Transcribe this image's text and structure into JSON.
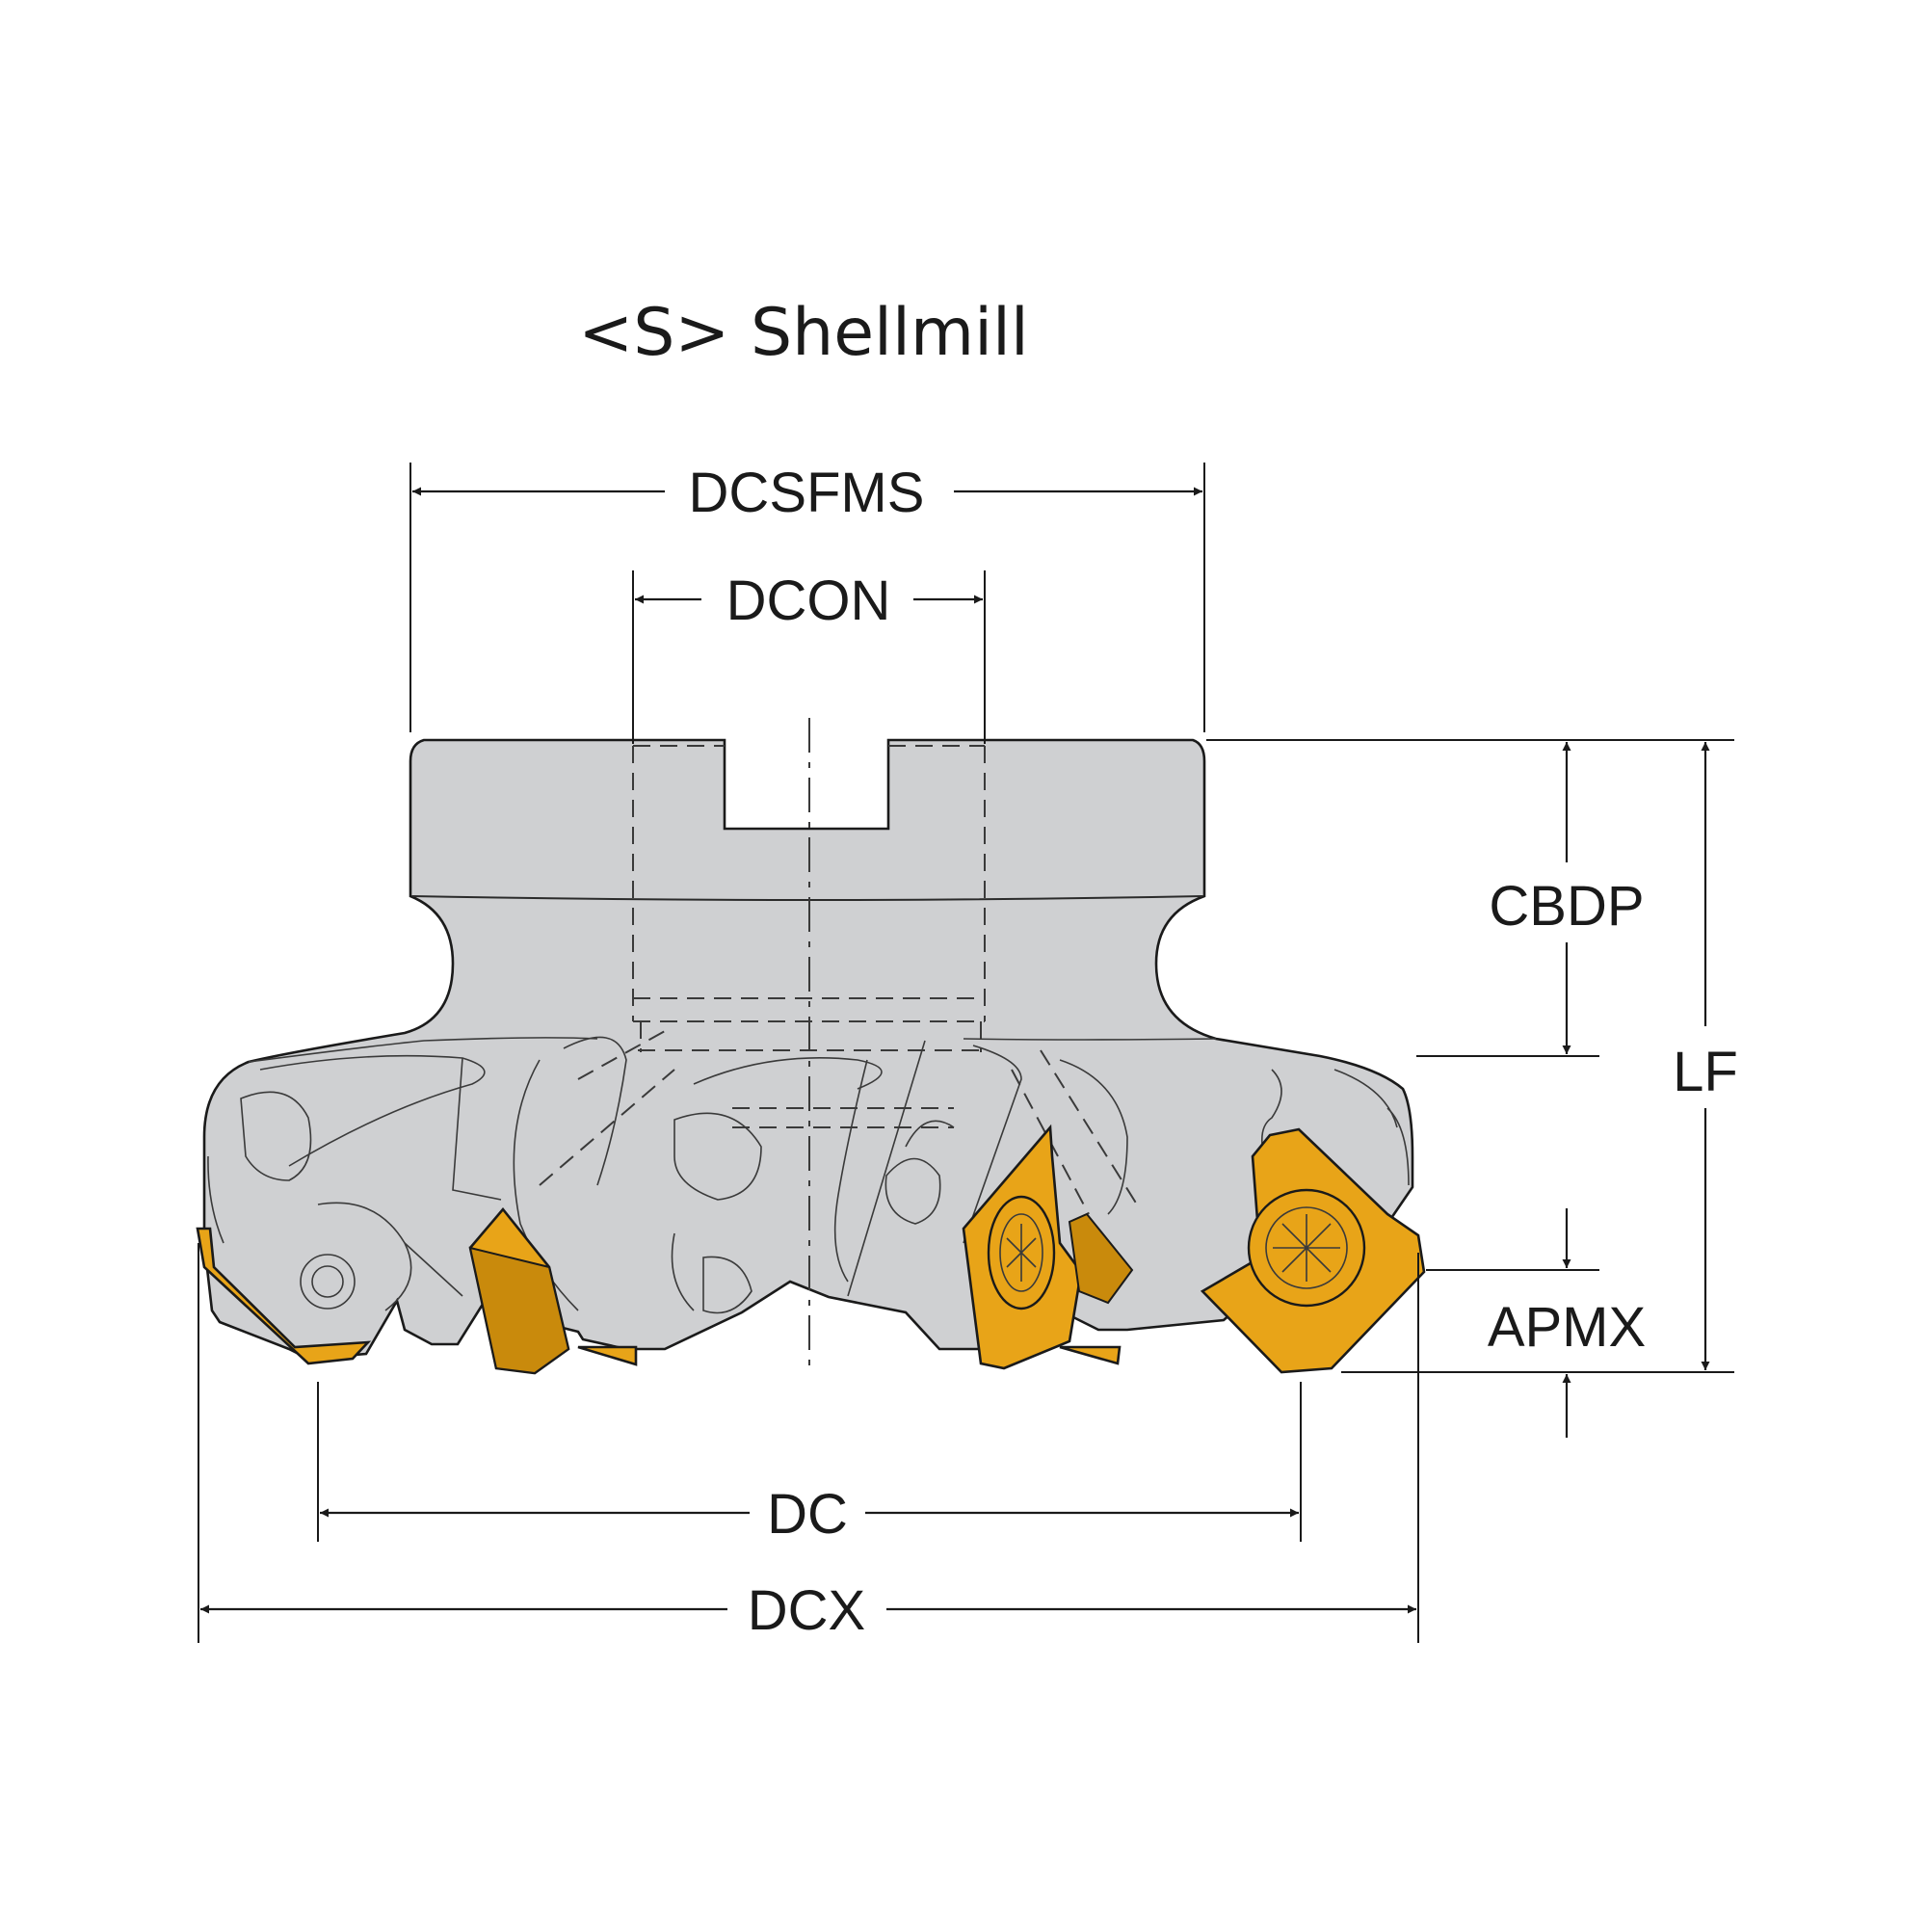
{
  "title": "<S> Shellmill",
  "dimensions": {
    "dcsfms": "DCSFMS",
    "dcon": "DCON",
    "cbdp": "CBDP",
    "lf": "LF",
    "apmx": "APMX",
    "dc": "DC",
    "dcx": "DCX"
  },
  "colors": {
    "body": "#cfd0d2",
    "insert": "#e8a418",
    "line": "#1a1a1a"
  }
}
